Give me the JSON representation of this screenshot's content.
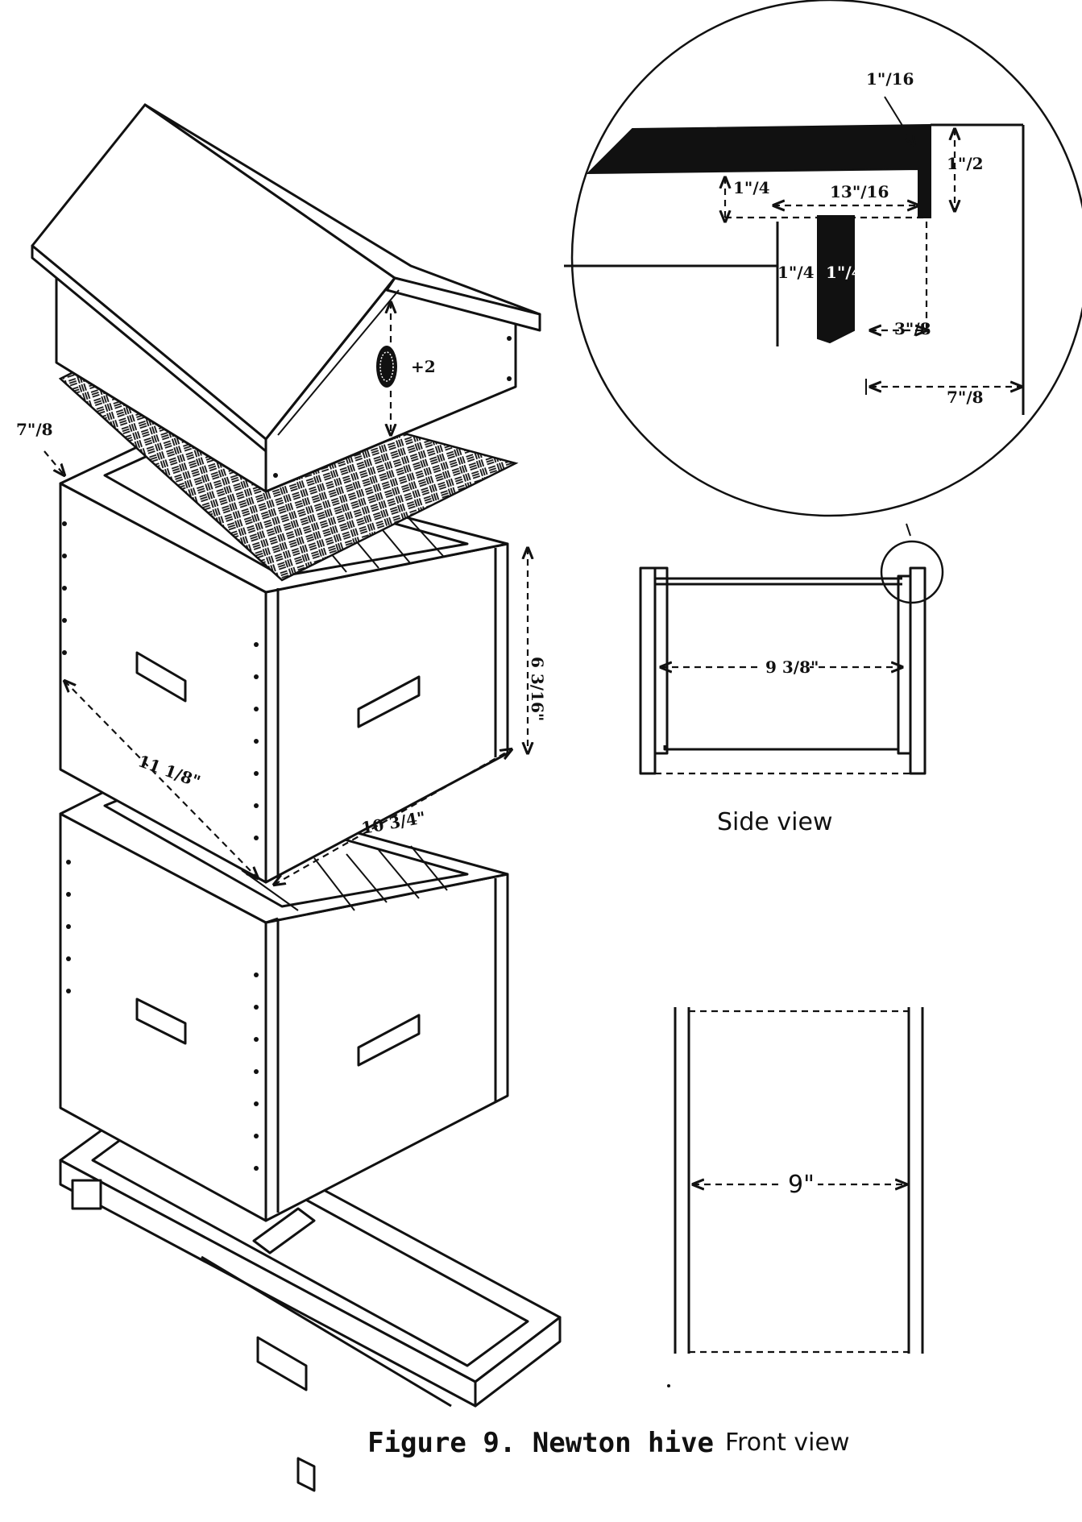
{
  "figure": {
    "caption": "Figure 9. Newton hive",
    "views": {
      "side_view_label": "Side view",
      "front_view_label": "Front view"
    },
    "dimensions": {
      "roof_gap": "7\"/8",
      "frame_length": "11 1/8\"",
      "box_width": "10 3/4\"",
      "box_height": "6 3/16\"",
      "side_inner_width": "9 3/8\"",
      "front_inner_width": "9\"",
      "detail_top_gap": "1\"/16",
      "detail_right_drop": "1\"/2",
      "detail_left_drop": "1\"/4",
      "detail_span": "13\"/16",
      "detail_wall": "1\"/4",
      "detail_bar": "1\"/4",
      "detail_offset": "3\"/8",
      "detail_lower": "7\"/8"
    },
    "roof_vent_label": "+2"
  }
}
